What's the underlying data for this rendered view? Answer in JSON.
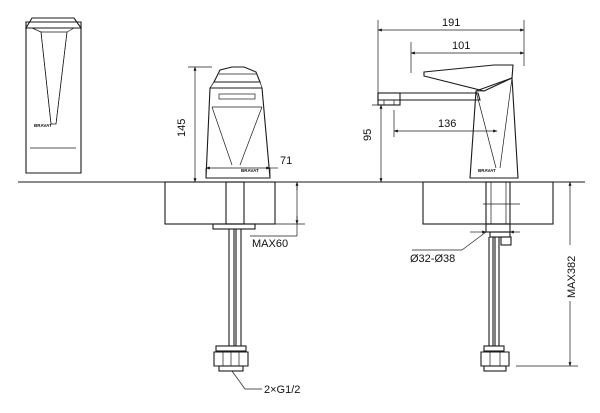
{
  "dimensions": {
    "width_191": "191",
    "width_101": "101",
    "height_145": "145",
    "height_95": "95",
    "reach_136": "136",
    "base_71": "71",
    "max_deck": "MAX60",
    "hole_range": "Ø32-Ø38",
    "max_hose": "MAX382",
    "connection": "2×G1/2"
  },
  "brand_mark": "BRAVAT"
}
